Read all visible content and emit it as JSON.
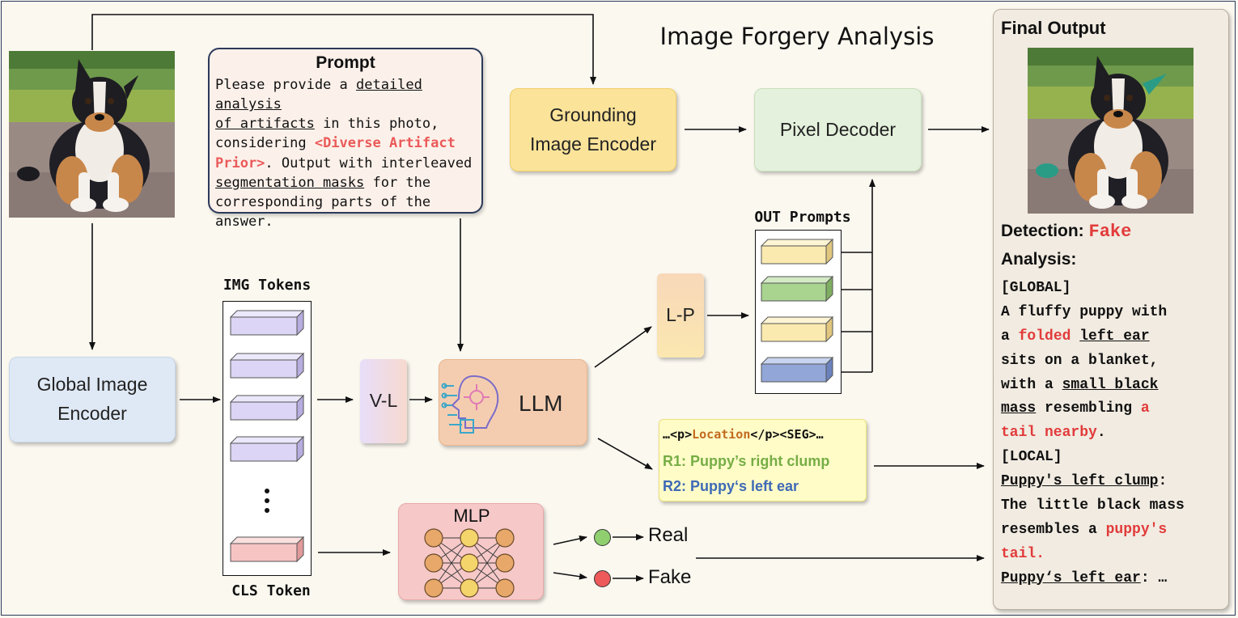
{
  "title": "Image Forgery Analysis",
  "prompt": {
    "heading": "Prompt",
    "line1_a": "Please provide a ",
    "line1_u": "detailed analysis",
    "line2_u": "of artifacts",
    "line2_b": " in this photo,",
    "line3_a": "considering ",
    "line3_red": "<Diverse Artifact",
    "line4_red": "Prior>",
    "line4_b": ". Output with interleaved",
    "line5_u": "segmentation masks",
    "line5_b": " for the",
    "line6": "corresponding parts of the",
    "line7": "answer."
  },
  "modules": {
    "grounding_encoder": "Grounding\nImage Encoder",
    "pixel_decoder": "Pixel Decoder",
    "global_encoder": "Global Image\nEncoder",
    "vl": "V-L",
    "llm": "LLM",
    "lp": "L-P",
    "mlp": "MLP"
  },
  "tokens": {
    "img_label": "IMG Tokens",
    "cls_label": "CLS Token",
    "out_label": "OUT Prompts"
  },
  "seg_box": {
    "line1_a": "…<p>",
    "line1_loc": "Location",
    "line1_b": "</p><SEG>…",
    "r1": "R1: Puppy’s right clump",
    "r2": "R2: Puppy‘s left ear"
  },
  "classify": {
    "real": "Real",
    "fake": "Fake",
    "real_color": "#8fcf6f",
    "fake_color": "#ee5a5a"
  },
  "final": {
    "heading": "Final Output",
    "detection_label": "Detection:",
    "detection_value": "Fake",
    "analysis_label": "Analysis:",
    "global_tag": "[GLOBAL]",
    "g1": "A fluffy puppy with",
    "g2_a": "a ",
    "g2_red": "folded",
    "g2_b": " ",
    "g2_u": "left ear",
    "g3": "sits on a blanket,",
    "g4_a": "with a ",
    "g4_u": "small black",
    "g5_u": "mass",
    "g5_b": " resembling ",
    "g5_red": "a",
    "g6_red": "tail nearby",
    "g6_b": ".",
    "local_tag": "[LOCAL]",
    "l1_u": "Puppy's left clump",
    "l1_b": ":",
    "l2": "The little black mass",
    "l3_a": "resembles a ",
    "l3_red": "puppy's",
    "l4_red": "tail.",
    "l5_u": "Puppy‘s left ear",
    "l5_b": ": …"
  },
  "colors": {
    "grounding": "#fbe39a",
    "pixel": "#e4f1dc",
    "global": "#dfe9f5",
    "llm": "#f4cdb0",
    "mlp": "#f6c8c8",
    "seg": "#fffcc8",
    "img_token": "#dcd5f5",
    "cls_token": "#f7c4c4",
    "out_yellow": "#fbeaaf",
    "out_green": "#a9d490",
    "out_blue": "#92a7d8",
    "final_bg": "#f1ebe1",
    "red_text": "#e23b3b",
    "r1_color": "#76ad45",
    "r2_color": "#3e69b6",
    "loc_color": "#c26a1f"
  }
}
